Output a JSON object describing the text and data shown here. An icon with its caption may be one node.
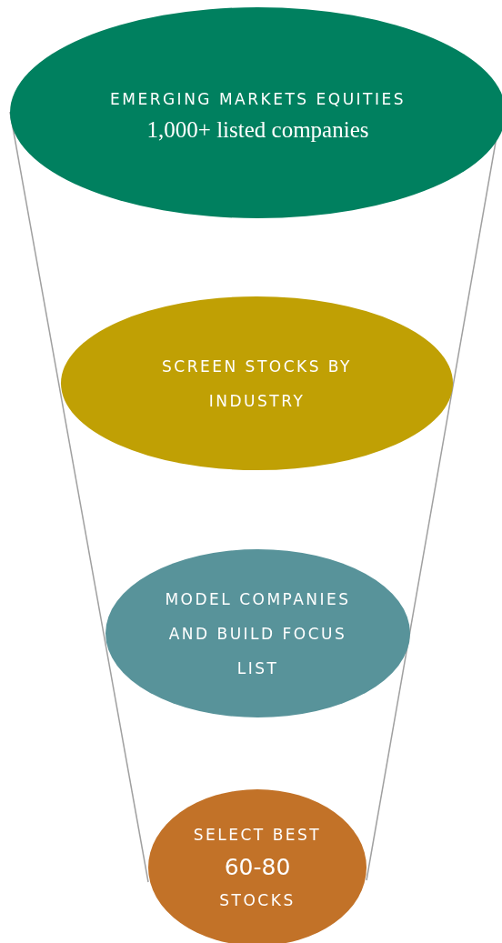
{
  "diagram": {
    "nodes": [
      {
        "text": [
          "EMERGING MARKETS EQUITIES",
          "1,000+ listed companies"
        ]
      },
      {
        "text": [
          "SCREEN STOCKS BY INDUSTRY"
        ]
      },
      {
        "text": [
          "MODEL COMPANIES AND BUILD FOCUS LIST"
        ]
      },
      {
        "text": [
          "SELECT BEST",
          "60-80",
          "STOCKS"
        ]
      }
    ]
  }
}
